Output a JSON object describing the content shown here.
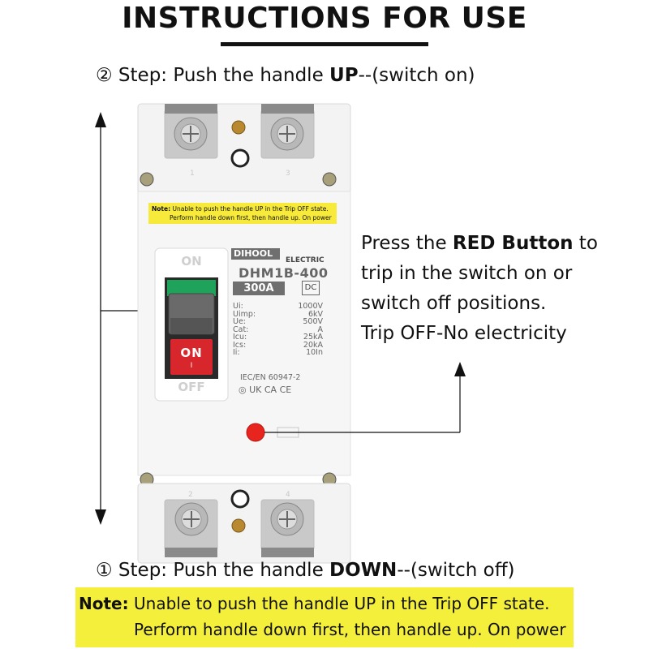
{
  "title": "INSTRUCTIONS FOR USE",
  "step_on": {
    "marker": "②",
    "prefix": " Step: Push the handle ",
    "emphasis": "UP",
    "suffix": "--(switch on)"
  },
  "step_off": {
    "marker": "①",
    "prefix": " Step: Push the handle ",
    "emphasis": "DOWN",
    "suffix": "--(switch off)"
  },
  "red_button_desc": {
    "line1_prefix": "Press the ",
    "line1_emphasis": "RED Button",
    "line1_suffix": " to",
    "line2": "trip in the switch on or",
    "line3": "switch off positions.",
    "line4": "Trip OFF-No electricity"
  },
  "note": {
    "label": "Note:",
    "line1": "Unable to push the handle UP in the Trip OFF state.",
    "line2": "Perform handle down first, then handle up. On power"
  },
  "breaker": {
    "label_strip": {
      "label": "Note:",
      "line1": "Unable to push the handle UP in the Trip OFF state.",
      "line2": "Perform handle down first, then handle up. On power"
    },
    "handle_on_label": "ON",
    "handle_off_label": "OFF",
    "button_text": "ON",
    "button_sub": "I",
    "brand": "DIHOOL",
    "brand_sub": "ELECTRIC",
    "model": "DHM1B-400",
    "rating": "300A",
    "current_type": "DC",
    "specs": [
      {
        "key": "Ui:",
        "value": "1000V"
      },
      {
        "key": "Uimp:",
        "value": "6kV"
      },
      {
        "key": "Ue:",
        "value": "500V"
      },
      {
        "key": "Cat:",
        "value": "A"
      },
      {
        "key": "Icu:",
        "value": "25kA"
      },
      {
        "key": "Ics:",
        "value": "20kA"
      },
      {
        "key": "Ii:",
        "value": "10In"
      }
    ],
    "standard": "IEC/EN 60947-2",
    "marks": "UK CA   CE",
    "terminal_top": [
      "1",
      "3"
    ],
    "terminal_bottom": [
      "2",
      "4"
    ]
  },
  "colors": {
    "note_bg": "#f4ef3b",
    "button_red": "#d7262c",
    "trip_button": "#e8241e"
  }
}
